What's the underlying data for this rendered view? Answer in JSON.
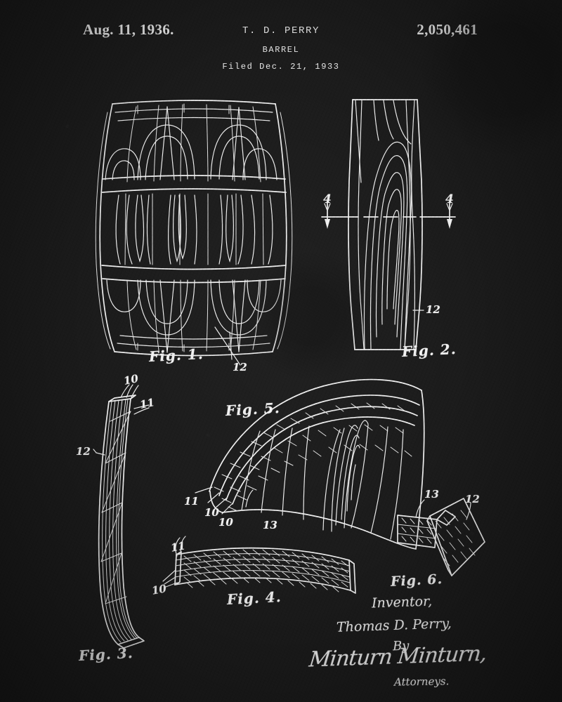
{
  "document": {
    "type": "patent-drawing",
    "background_color": "#1c1c1c",
    "ink_color": "#f0f0f0"
  },
  "header": {
    "date": "Aug. 11, 1936.",
    "inventor_initials": "T. D. PERRY",
    "title": "BARREL",
    "filed": "Filed Dec. 21, 1933",
    "patent_number": "2,050,461"
  },
  "figures": [
    {
      "id": "fig1",
      "caption": "Fig. 1.",
      "description": "Elevation of assembled barrel showing staves and hoops",
      "callouts": [
        {
          "label": "12"
        }
      ]
    },
    {
      "id": "fig2",
      "caption": "Fig. 2.",
      "description": "Face view of a single stave showing grain figure",
      "section_line": {
        "label_left": "4",
        "label_right": "4"
      },
      "callouts": [
        {
          "label": "12"
        }
      ]
    },
    {
      "id": "fig3",
      "caption": "Fig. 3.",
      "description": "Edge view of curved laminated stave",
      "callouts": [
        {
          "label": "10"
        },
        {
          "label": "11"
        },
        {
          "label": "12"
        }
      ]
    },
    {
      "id": "fig4",
      "caption": "Fig. 4.",
      "description": "Curved laminated blank before shaping",
      "callouts": [
        {
          "label": "11"
        },
        {
          "label": "10"
        }
      ]
    },
    {
      "id": "fig5",
      "caption": "Fig. 5.",
      "description": "Enlarged sectional detail of stave taken on line 4-4",
      "callouts": [
        {
          "label": "11"
        },
        {
          "label": "10"
        },
        {
          "label": "10"
        },
        {
          "label": "13"
        }
      ]
    },
    {
      "id": "fig6",
      "caption": "Fig. 6.",
      "description": "Perspective detail of joint between stave elements",
      "callouts": [
        {
          "label": "13"
        },
        {
          "label": "12"
        }
      ]
    }
  ],
  "signature_block": {
    "inventor_label": "Inventor,",
    "inventor_name": "Thomas D. Perry,",
    "by_label": "By",
    "signature": "Minturn Minturn,",
    "attorneys_label": "Attorneys."
  }
}
